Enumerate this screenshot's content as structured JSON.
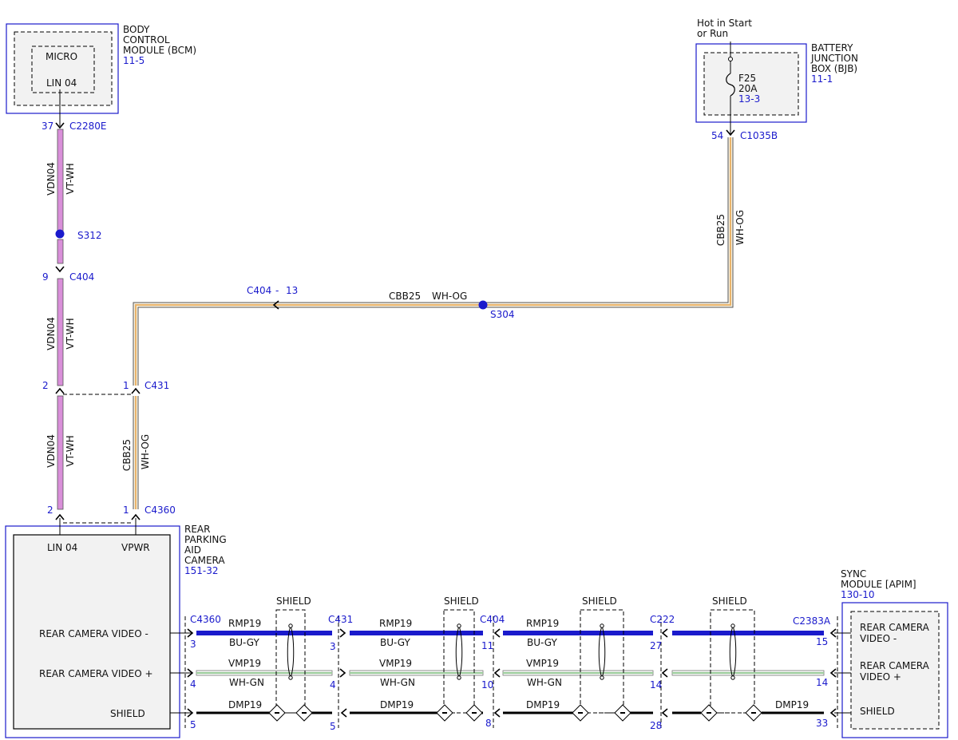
{
  "modules": {
    "bcm": {
      "name_l1": "BODY",
      "name_l2": "CONTROL",
      "name_l3": "MODULE (BCM)",
      "ref": "11-5",
      "inner": "MICRO",
      "pin_label": "LIN 04"
    },
    "bjb": {
      "name_l1": "BATTERY",
      "name_l2": "JUNCTION",
      "name_l3": "BOX (BJB)",
      "ref": "11-1",
      "hot_l1": "Hot in Start",
      "hot_l2": "or Run",
      "fuse": "F25",
      "fuse_rating": "20A",
      "fuse_ref": "13-3"
    },
    "camera": {
      "name_l1": "REAR",
      "name_l2": "PARKING",
      "name_l3": "AID",
      "name_l4": "CAMERA",
      "ref": "151-32",
      "pin_lin": "LIN 04",
      "pin_vpwr": "VPWR",
      "sig_minus": "REAR CAMERA VIDEO -",
      "sig_plus": "REAR CAMERA VIDEO +",
      "sig_shield": "SHIELD"
    },
    "sync": {
      "name_l1": "SYNC",
      "name_l2": "MODULE [APIM]",
      "ref": "130-10",
      "sig_minus_l1": "REAR CAMERA",
      "sig_minus_l2": "VIDEO -",
      "sig_plus_l1": "REAR CAMERA",
      "sig_plus_l2": "VIDEO +",
      "sig_shield": "SHIELD"
    }
  },
  "connectors": {
    "c2280e": {
      "id": "C2280E",
      "pin": "37"
    },
    "c1035b": {
      "id": "C1035B",
      "pin": "54"
    },
    "c404_lin": {
      "id": "C404",
      "pin": "9"
    },
    "c404_pwr": {
      "label": "C404",
      "sep": "-",
      "pin": "13"
    },
    "c431_lin": {
      "pin": "2"
    },
    "c431_pwr": {
      "id": "C431",
      "pin": "1"
    },
    "c4360_lin": {
      "pin": "2"
    },
    "c4360_pwr": {
      "id": "C4360",
      "pin": "1"
    }
  },
  "splices": {
    "s312": "S312",
    "s304": "S304"
  },
  "wires": {
    "lin": {
      "circuit": "VDN04",
      "color": "VT-WH",
      "stroke": "#d98fd9"
    },
    "pwr": {
      "circuit": "CBB25",
      "color": "WH-OG",
      "stroke": "#e8b36a"
    },
    "rmp": {
      "circuit": "RMP19",
      "color": "BU-GY",
      "stroke": "#1a1acc"
    },
    "vmp": {
      "circuit": "VMP19",
      "color": "WH-GN",
      "stroke": "#9acb9a"
    },
    "dmp": {
      "circuit": "DMP19"
    }
  },
  "shield_label": "SHIELD",
  "video_connectors": [
    {
      "id": "C4360",
      "pin_rmp": "3",
      "pin_vmp": "4",
      "pin_dmp": "5"
    },
    {
      "id": "C431",
      "pin_rmp": "3",
      "pin_vmp": "4",
      "pin_dmp": "5"
    },
    {
      "id": "C404",
      "pin_rmp": "11",
      "pin_vmp": "10",
      "pin_dmp": "8"
    },
    {
      "id": "C222",
      "pin_rmp": "27",
      "pin_vmp": "14",
      "pin_dmp": "28"
    },
    {
      "id": "C2383A",
      "pin_rmp": "15",
      "pin_vmp": "14",
      "pin_dmp": "33"
    }
  ]
}
